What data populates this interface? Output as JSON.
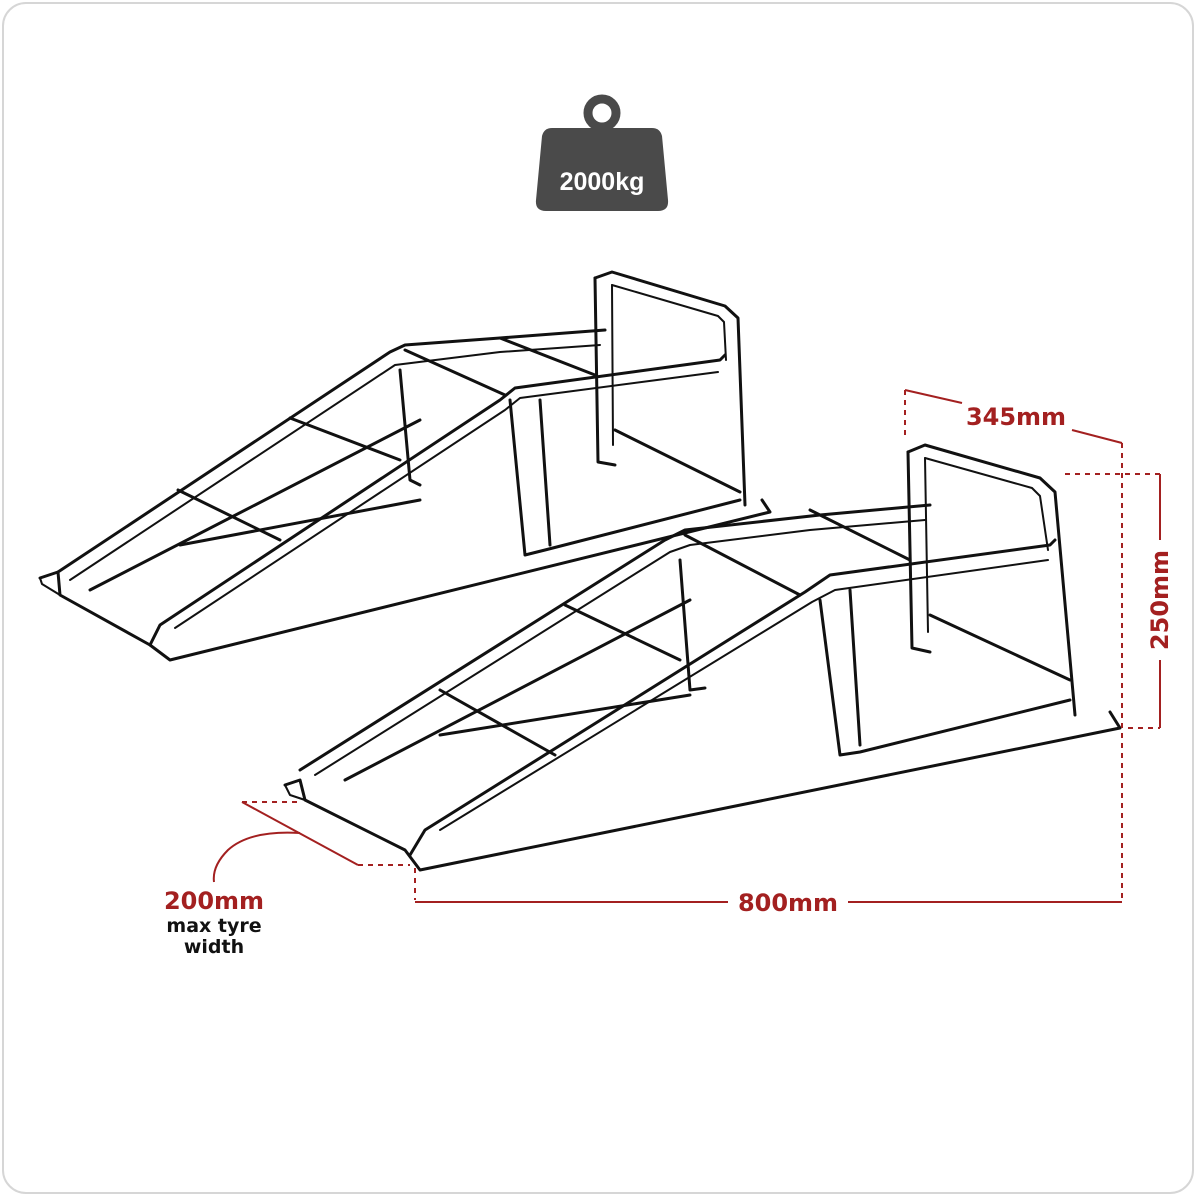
{
  "weight": {
    "label": "2000kg"
  },
  "dimensions": {
    "depth": "345mm",
    "height": "250mm",
    "length": "800mm",
    "tyre_width": "200mm",
    "tyre_note_line1": "max tyre",
    "tyre_note_line2": "width"
  },
  "colors": {
    "accent": "#a32020",
    "outline": "#111111",
    "weight_fill": "#4a4a4a"
  }
}
